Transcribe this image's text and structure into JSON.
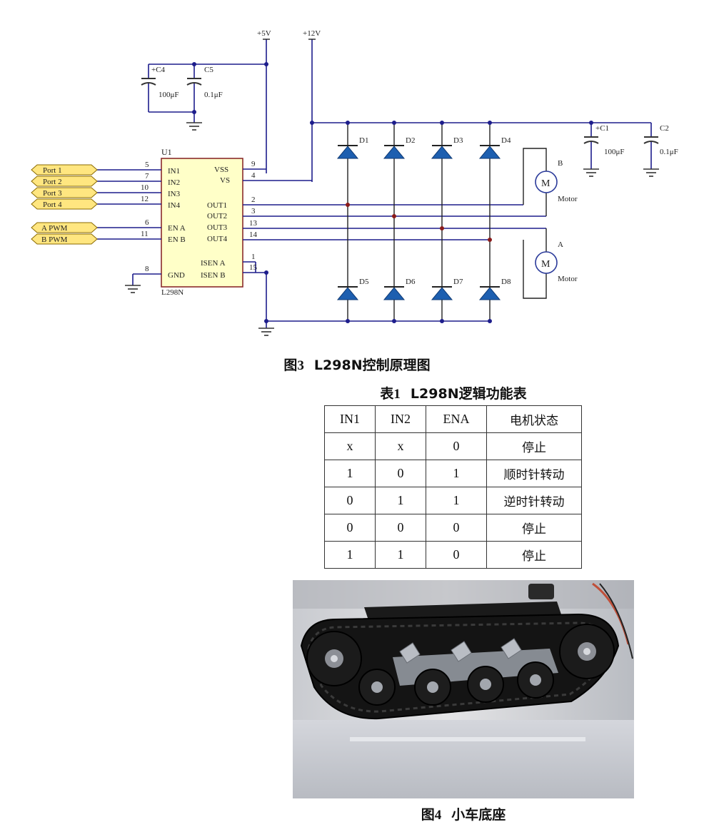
{
  "figure3": {
    "caption_num": "图3",
    "caption_text": "L298N控制原理图",
    "power": {
      "v5": "+5V",
      "v12": "+12V"
    },
    "chip": {
      "ref": "U1",
      "part": "L298N",
      "left_pins": [
        {
          "num": "5",
          "name": "IN1"
        },
        {
          "num": "7",
          "name": "IN2"
        },
        {
          "num": "10",
          "name": "IN3"
        },
        {
          "num": "12",
          "name": "IN4"
        },
        {
          "num": "6",
          "name": "EN A"
        },
        {
          "num": "11",
          "name": "EN B"
        },
        {
          "num": "8",
          "name": "GND"
        }
      ],
      "right_pins": [
        {
          "num": "9",
          "name": "VSS"
        },
        {
          "num": "4",
          "name": "VS"
        },
        {
          "num": "2",
          "name": "OUT1"
        },
        {
          "num": "3",
          "name": "OUT2"
        },
        {
          "num": "13",
          "name": "OUT3"
        },
        {
          "num": "14",
          "name": "OUT4"
        },
        {
          "num": "1",
          "name": "ISEN A"
        },
        {
          "num": "15",
          "name": "ISEN B"
        }
      ]
    },
    "ports": [
      "Port 1",
      "Port 2",
      "Port 3",
      "Port 4",
      "A PWM",
      "B PWM"
    ],
    "capacitors": [
      {
        "ref": "+C4",
        "value": "100μF"
      },
      {
        "ref": "C5",
        "value": "0.1μF"
      },
      {
        "ref": "+C1",
        "value": "100μF"
      },
      {
        "ref": "C2",
        "value": "0.1μF"
      }
    ],
    "diodes": [
      "D1",
      "D2",
      "D3",
      "D4",
      "D5",
      "D6",
      "D7",
      "D8"
    ],
    "motors": [
      {
        "ref": "B",
        "symbol": "M",
        "label": "Motor"
      },
      {
        "ref": "A",
        "symbol": "M",
        "label": "Motor"
      }
    ]
  },
  "table1": {
    "caption_num": "表1",
    "caption_text": "L298N逻辑功能表",
    "headers": [
      "IN1",
      "IN2",
      "ENA",
      "电机状态"
    ],
    "rows": [
      [
        "x",
        "x",
        "0",
        "停止"
      ],
      [
        "1",
        "0",
        "1",
        "顺时针转动"
      ],
      [
        "0",
        "1",
        "1",
        "逆时针转动"
      ],
      [
        "0",
        "0",
        "0",
        "停止"
      ],
      [
        "1",
        "1",
        "0",
        "停止"
      ]
    ]
  },
  "figure4": {
    "caption_num": "图4",
    "caption_text": "小车底座"
  }
}
